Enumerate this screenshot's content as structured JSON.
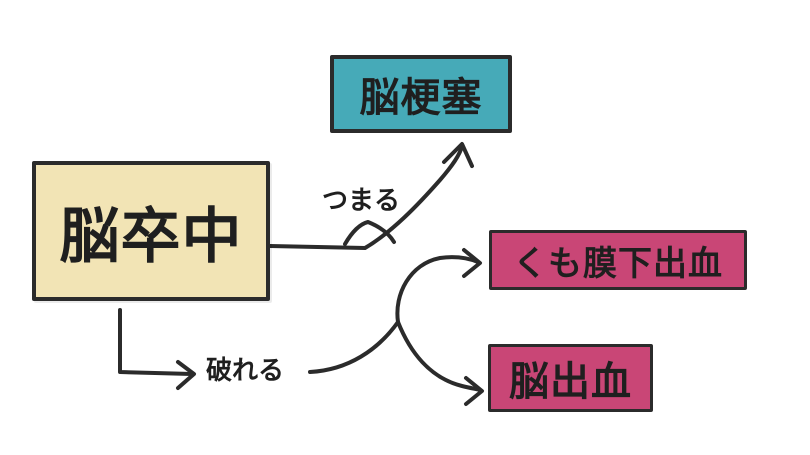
{
  "nodes": {
    "stroke": {
      "label": "脳卒中",
      "color": "#f2e4b5"
    },
    "infarction": {
      "label": "脳梗塞",
      "color": "#46aab8"
    },
    "sah": {
      "label": "くも膜下出血",
      "color": "#c94676"
    },
    "ich": {
      "label": "脳出血",
      "color": "#c94676"
    }
  },
  "edges": {
    "tsumaru": {
      "label": "つまる"
    },
    "yabureru": {
      "label": "破れる"
    }
  }
}
